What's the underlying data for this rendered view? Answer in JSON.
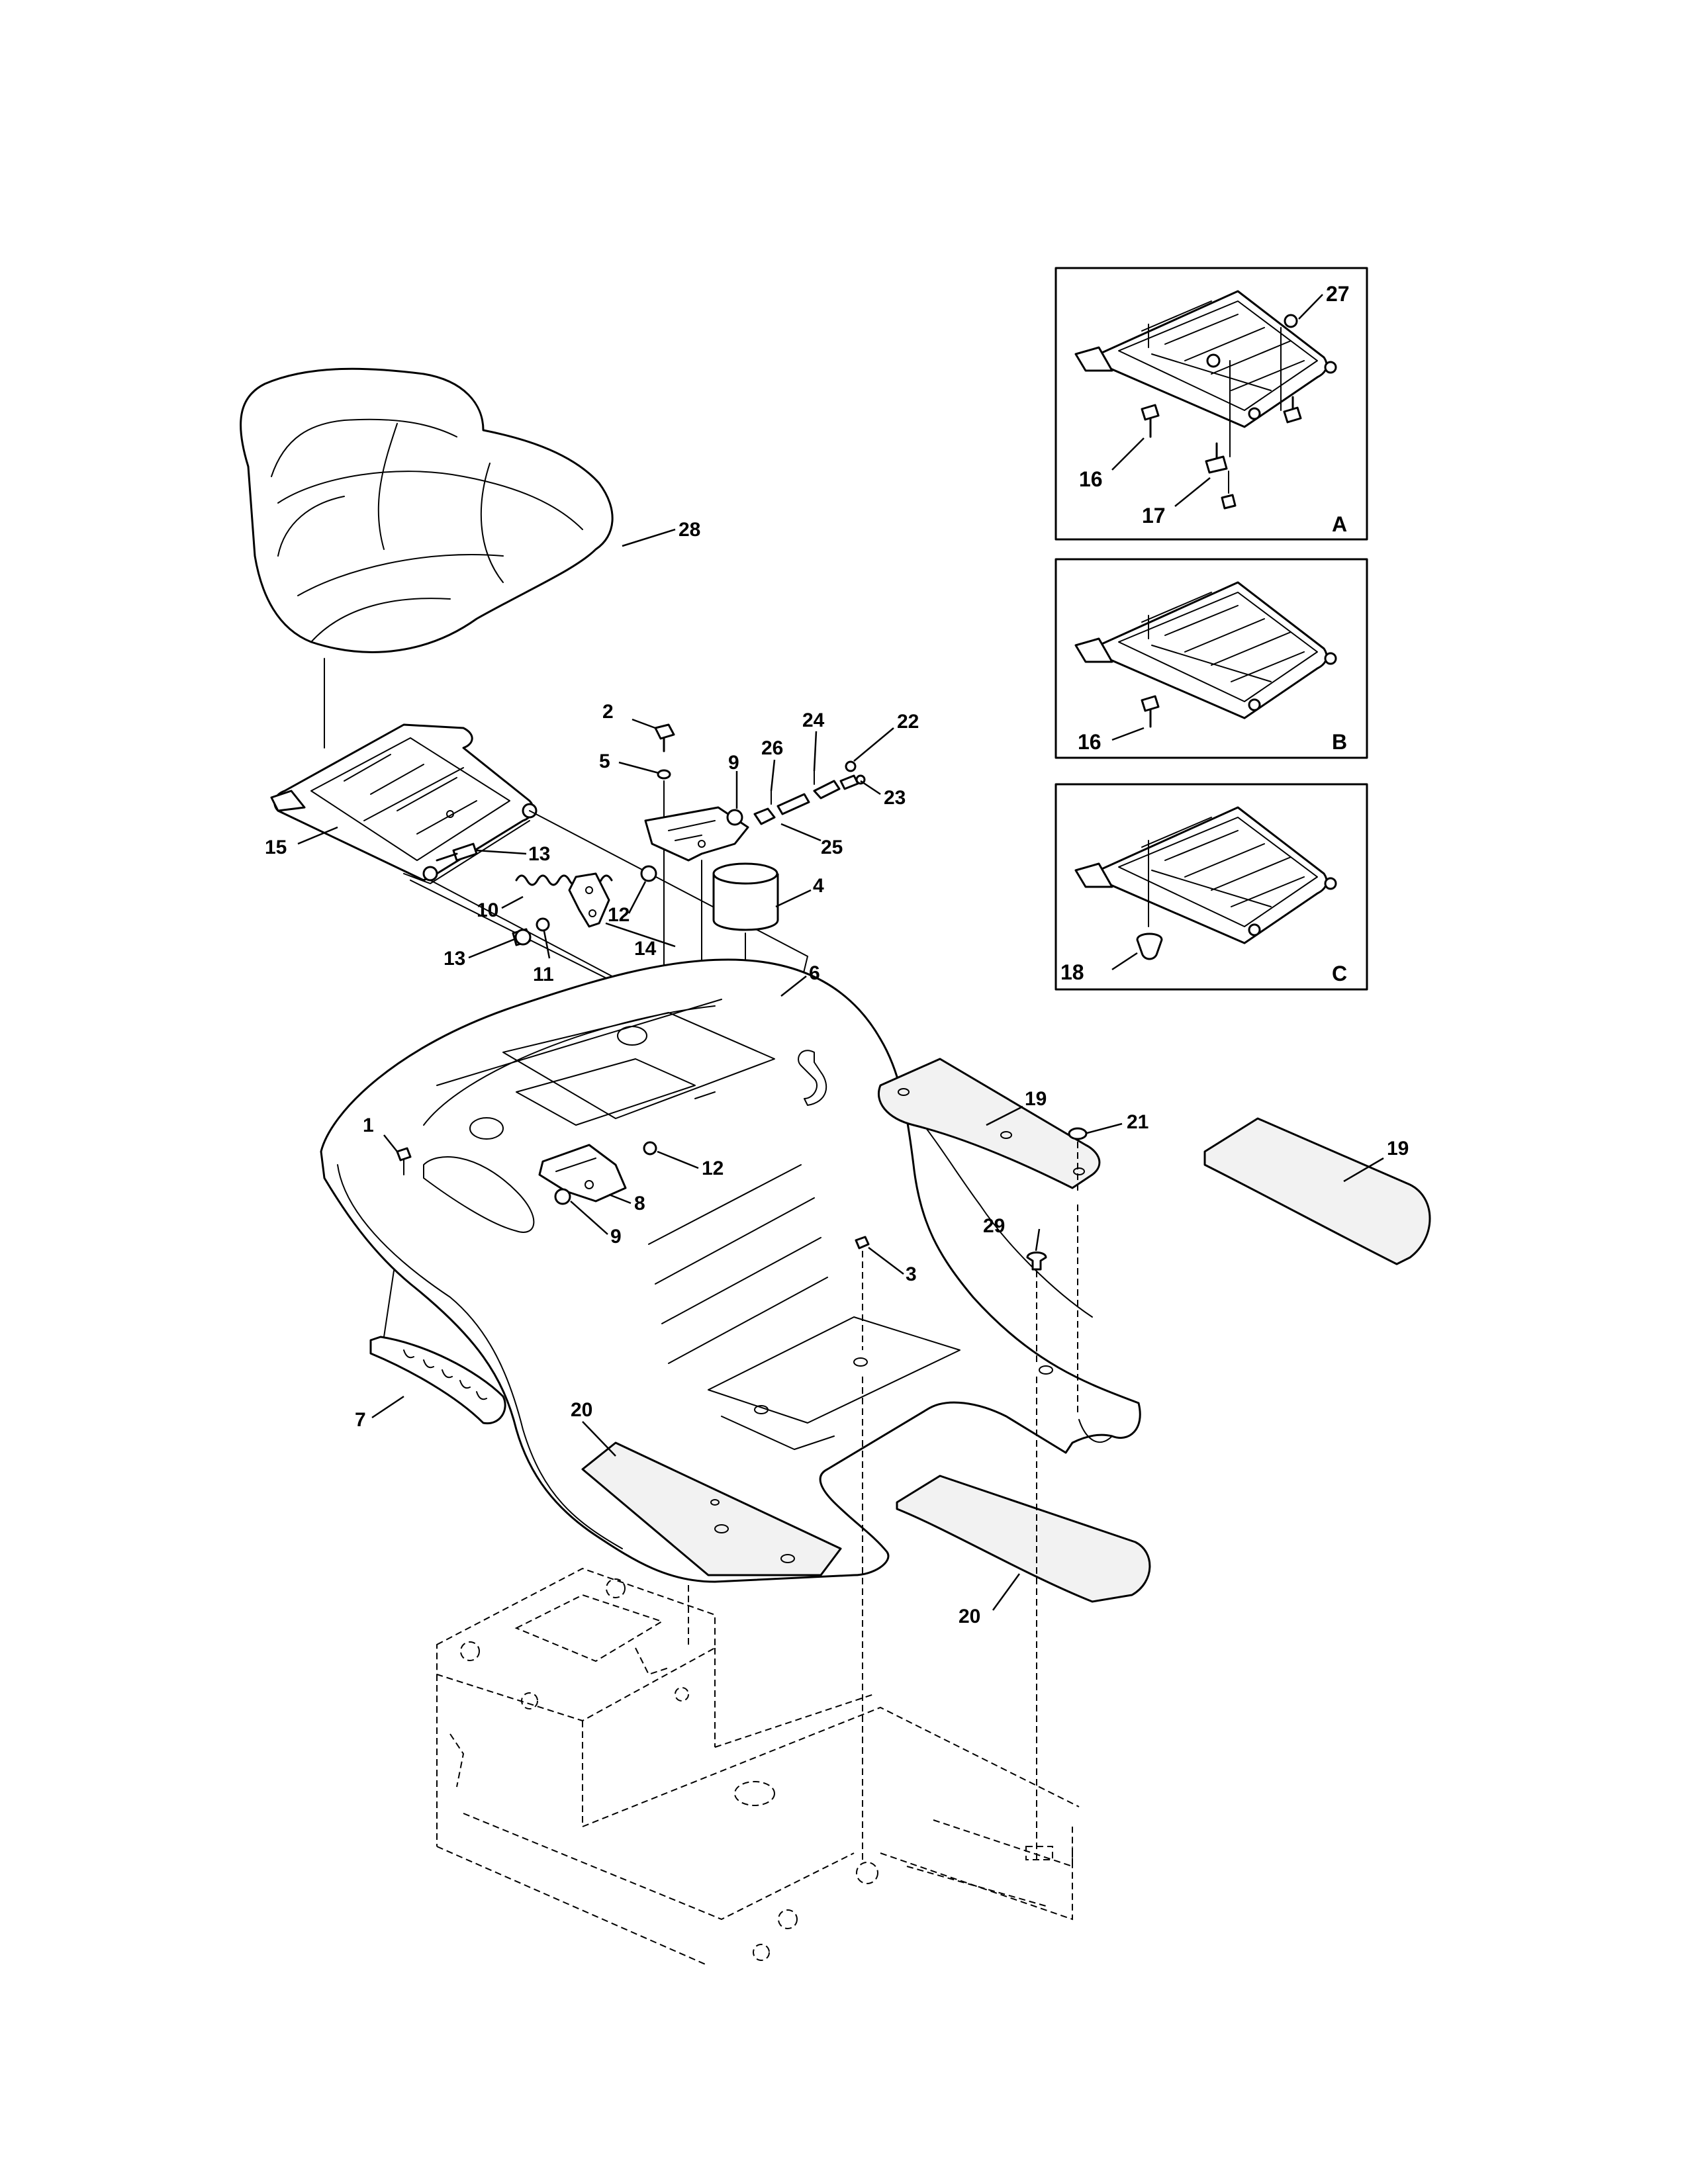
{
  "callouts": [
    {
      "id": "c1",
      "text": "1"
    },
    {
      "id": "c2",
      "text": "2"
    },
    {
      "id": "c3",
      "text": "3"
    },
    {
      "id": "c4",
      "text": "4"
    },
    {
      "id": "c5",
      "text": "5"
    },
    {
      "id": "c6",
      "text": "6"
    },
    {
      "id": "c7",
      "text": "7"
    },
    {
      "id": "c8",
      "text": "8"
    },
    {
      "id": "c9a",
      "text": "9"
    },
    {
      "id": "c9b",
      "text": "9"
    },
    {
      "id": "c10",
      "text": "10"
    },
    {
      "id": "c11",
      "text": "11"
    },
    {
      "id": "c12a",
      "text": "12"
    },
    {
      "id": "c12b",
      "text": "12"
    },
    {
      "id": "c13a",
      "text": "13"
    },
    {
      "id": "c13b",
      "text": "13"
    },
    {
      "id": "c14",
      "text": "14"
    },
    {
      "id": "c15",
      "text": "15"
    },
    {
      "id": "c19a",
      "text": "19"
    },
    {
      "id": "c19b",
      "text": "19"
    },
    {
      "id": "c20a",
      "text": "20"
    },
    {
      "id": "c20b",
      "text": "20"
    },
    {
      "id": "c21",
      "text": "21"
    },
    {
      "id": "c22",
      "text": "22"
    },
    {
      "id": "c23",
      "text": "23"
    },
    {
      "id": "c24",
      "text": "24"
    },
    {
      "id": "c25",
      "text": "25"
    },
    {
      "id": "c26",
      "text": "26"
    },
    {
      "id": "c28",
      "text": "28"
    },
    {
      "id": "c29",
      "text": "29"
    }
  ],
  "insets": [
    {
      "letter": "A",
      "callouts": [
        "27",
        "16",
        "17"
      ]
    },
    {
      "letter": "B",
      "callouts": [
        "16"
      ]
    },
    {
      "letter": "C",
      "callouts": [
        "18"
      ]
    }
  ]
}
